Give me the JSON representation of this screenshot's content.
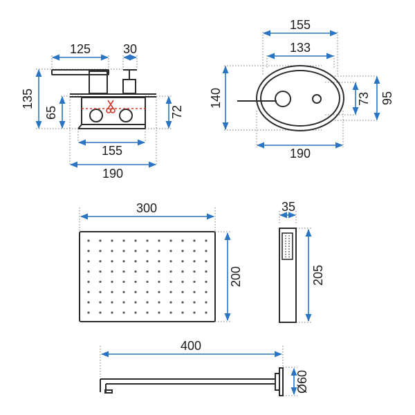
{
  "colors": {
    "line": "#2b2b2b",
    "dimension": "#2a74c4",
    "accent": "#d23a2c"
  },
  "mixer_front": {
    "width_lever": "125",
    "width_knob": "30",
    "height_total": "135",
    "height_body": "65",
    "height_box": "72",
    "width_box": "155",
    "width_plate": "190"
  },
  "mixer_plate": {
    "width_outer": "155",
    "width_inner": "133",
    "height_total": "140",
    "height_inner": "73",
    "height_side": "95",
    "width_total": "190"
  },
  "rain_head": {
    "width": "300",
    "height": "200",
    "nozzle_rows": 8,
    "nozzle_cols": 11
  },
  "hand_shower": {
    "width": "35",
    "length": "205"
  },
  "arm": {
    "length": "400",
    "diameter": "Ø60"
  }
}
